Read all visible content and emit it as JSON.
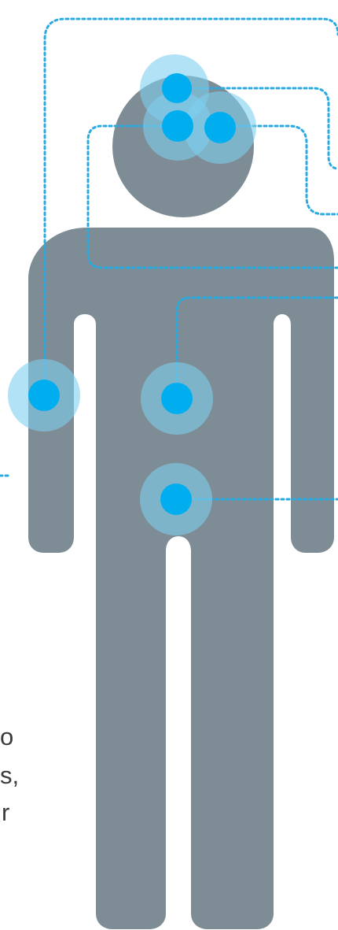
{
  "colors": {
    "figure": "#7d8c95",
    "dot": "#00aeef",
    "halo": "#7fcfee",
    "connector": "#29abe2",
    "text": "#3b3b3b"
  },
  "icons": {
    "figure": "human-body-silhouette-icon",
    "dots": "location-marker-dot-icon"
  },
  "cropped_text_fragments": [
    {
      "text": "o"
    },
    {
      "text": "s,"
    },
    {
      "text": "r"
    }
  ]
}
